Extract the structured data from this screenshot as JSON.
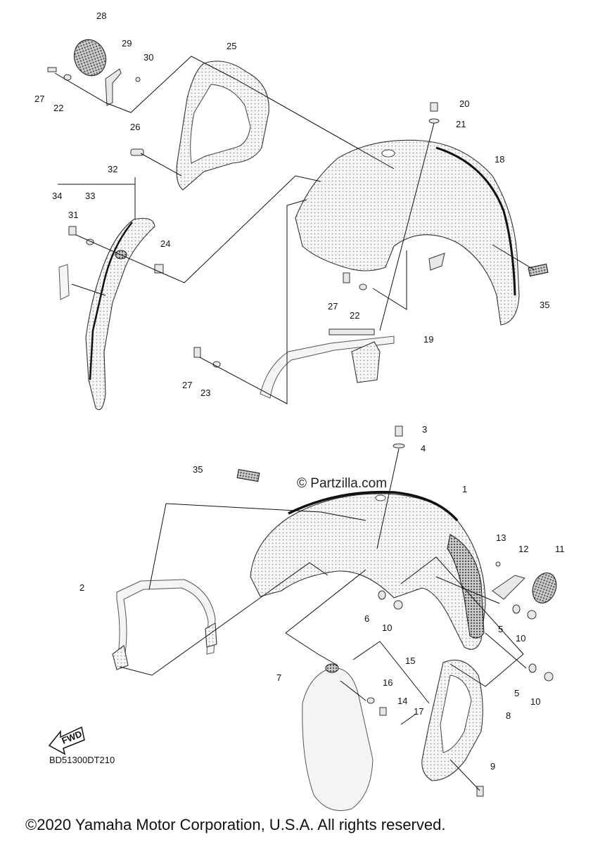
{
  "callouts": [
    "1",
    "2",
    "3",
    "4",
    "5",
    "5",
    "6",
    "7",
    "8",
    "9",
    "10",
    "10",
    "10",
    "11",
    "12",
    "13",
    "14",
    "15",
    "16",
    "17",
    "18",
    "19",
    "20",
    "21",
    "22",
    "22",
    "23",
    "24",
    "25",
    "26",
    "27",
    "27",
    "27",
    "28",
    "29",
    "30",
    "31",
    "32",
    "33",
    "34",
    "35",
    "35"
  ],
  "watermark": "© Partzilla.com",
  "fwd_label": "FWD",
  "diagram_code": "BD51300DT210",
  "copyright": "©2020 Yamaha Motor Corporation, U.S.A. All rights reserved."
}
